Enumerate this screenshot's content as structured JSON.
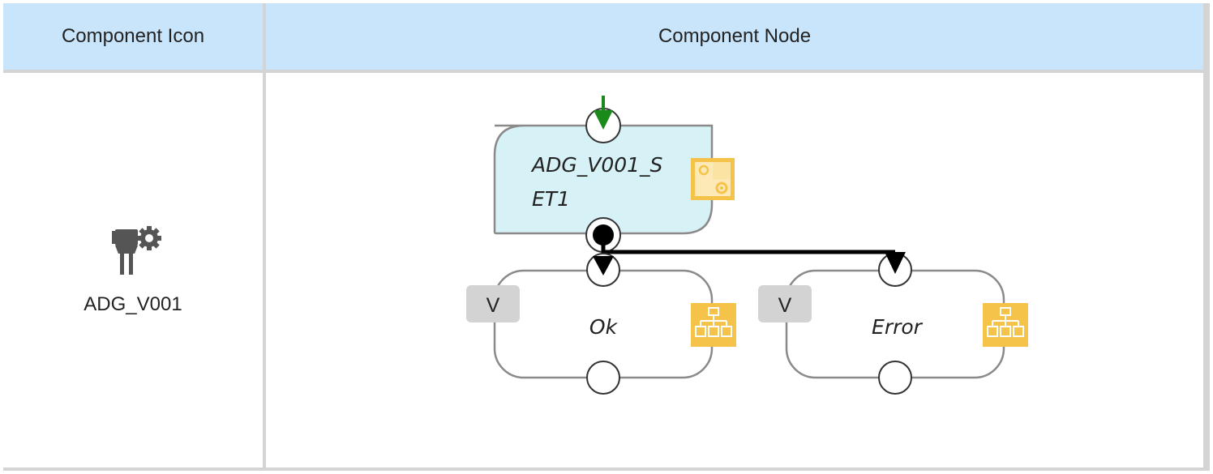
{
  "table": {
    "headers": [
      "Component Icon",
      "Component Node"
    ]
  },
  "component": {
    "icon": "plug-gear-icon",
    "name": "ADG_V001"
  },
  "diagram": {
    "main_node": {
      "label_line1": "ADG_V001_S",
      "label_line2": "ET1",
      "icon": "settings-module-icon",
      "fill_color": "#d7f2f7"
    },
    "branches": [
      {
        "label": "Ok",
        "badge": "V",
        "icon": "hierarchy-icon"
      },
      {
        "label": "Error",
        "badge": "V",
        "icon": "hierarchy-icon"
      }
    ],
    "colors": {
      "entry_arrow": "#1a8a1a",
      "icon_fill": "#f6c34a",
      "badge_fill": "#d3d3d3"
    }
  }
}
